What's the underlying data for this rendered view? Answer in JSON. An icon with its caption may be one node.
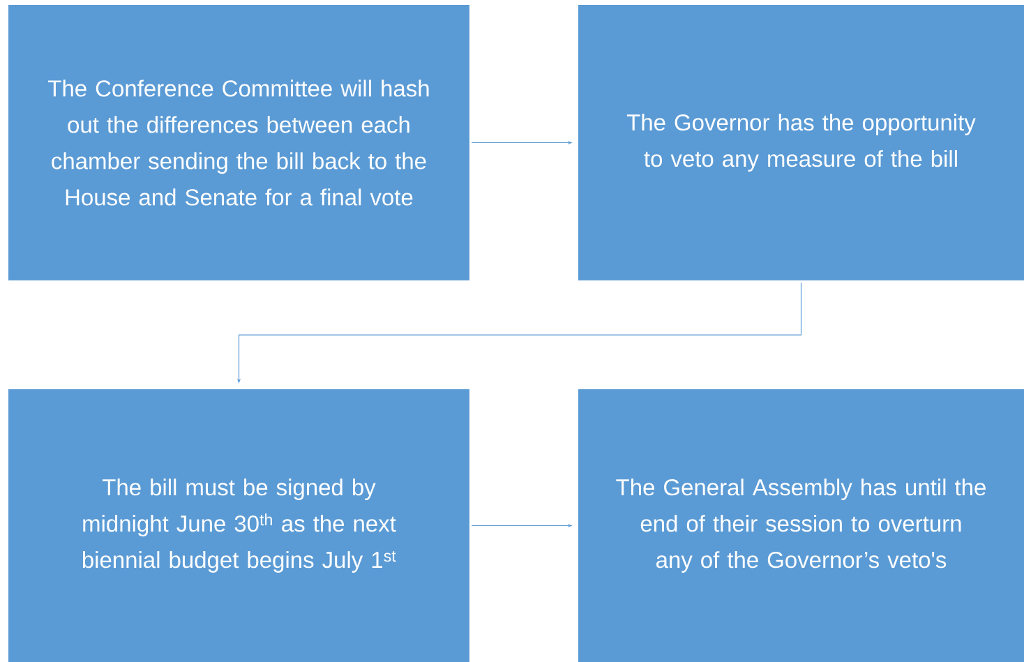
{
  "diagram": {
    "nodes": [
      {
        "text": [
          "The Conference Committee will hash out the differences between each chamber sending the bill back to the House and Senate for a final vote"
        ]
      },
      {
        "text": [
          "The Governor has the opportunity to veto any measure of the bill"
        ]
      },
      {
        "text": [
          "The bill must be signed by midnight June 30$^{th}$ as the next biennial budget begins July 1$^{st}$"
        ]
      },
      {
        "text": [
          "The General Assembly has until the end of their session to overturn any of the Governor’s veto's"
        ]
      }
    ],
    "edges": [
      {
        "from": 0,
        "to": 1,
        "arrow": "to"
      },
      {
        "from": 1,
        "to": 2,
        "arrow": "to"
      },
      {
        "from": 2,
        "to": 3,
        "arrow": "to"
      }
    ]
  }
}
